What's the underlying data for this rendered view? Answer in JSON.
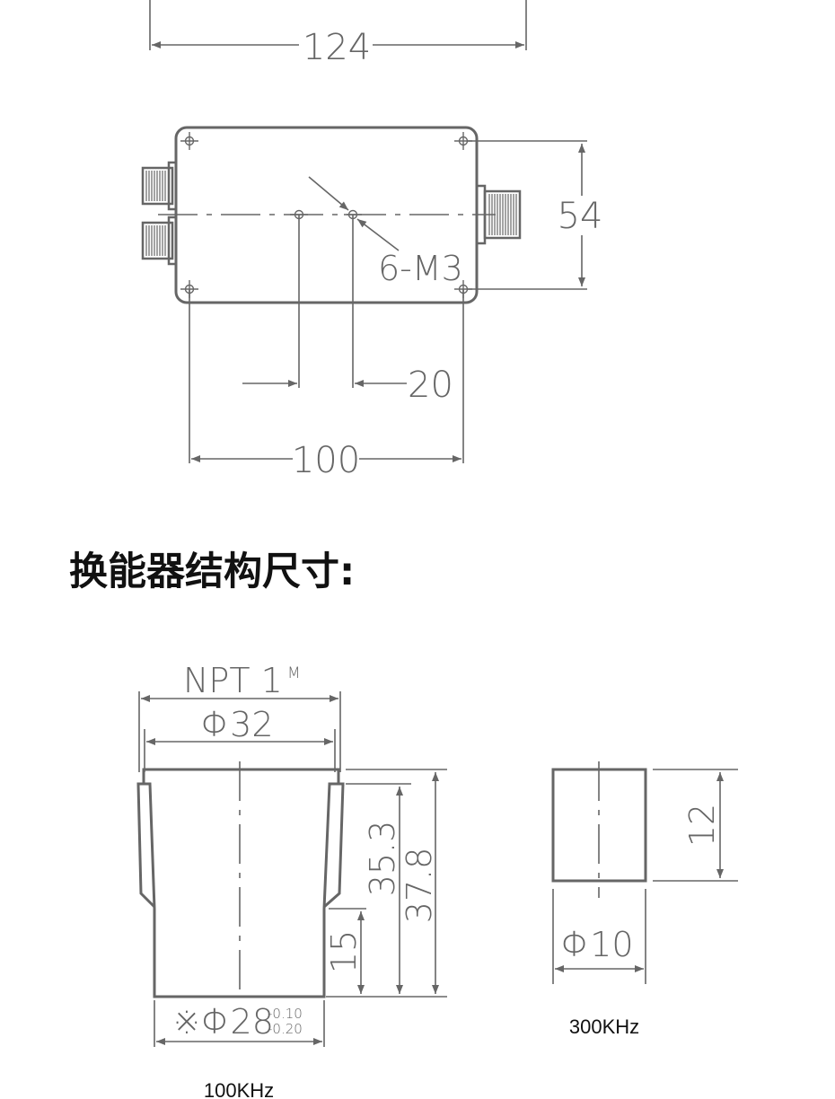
{
  "top_view": {
    "width_label": "124"
  },
  "plan_view": {
    "height_label": "54",
    "hole_label": "6-M3",
    "hole_spacing_label": "20",
    "mount_spacing_label": "100"
  },
  "section_title": "换能器结构尺寸:",
  "transducer_100k": {
    "thread_label": "NPT 1",
    "thread_sup": "M",
    "top_dia_label": "Φ32",
    "height_inner_label": "35.3",
    "height_total_label": "37.8",
    "step_label": "15",
    "bottom_dia_label": "※Φ28",
    "tol_upper": "-0.10",
    "tol_lower": "-0.20",
    "caption": "100KHz"
  },
  "transducer_300k": {
    "height_label": "12",
    "dia_label": "Φ10",
    "caption": "300KHz"
  }
}
